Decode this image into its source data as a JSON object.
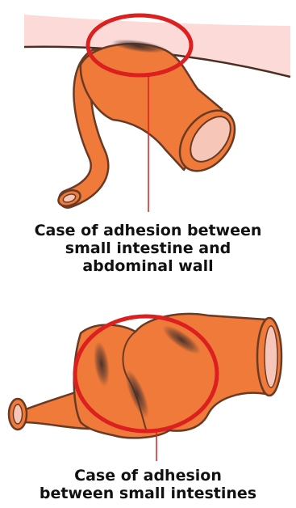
{
  "colors": {
    "intestine": "#ef7a3a",
    "intestine_outline": "#6a3a24",
    "intestine_inner": "#f6c6b8",
    "abdominal_wall": "#fbdad8",
    "adhesion_marker": "#dc1f1f",
    "adhesion_shadow": "#4a3430",
    "caption_text": "#111111"
  },
  "figures": [
    {
      "caption_lines": [
        "Case of adhesion between",
        "small intestine and",
        "abdominal wall"
      ]
    },
    {
      "caption_lines": [
        "Case of adhesion",
        "between small intestines"
      ]
    }
  ]
}
